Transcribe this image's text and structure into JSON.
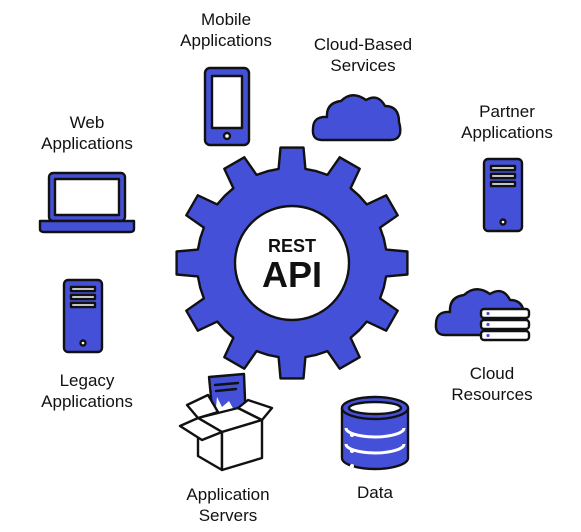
{
  "center": {
    "line1": "REST",
    "line2": "API"
  },
  "nodes": {
    "mobile": {
      "line1": "Mobile",
      "line2": "Applications"
    },
    "cloud_services": {
      "line1": "Cloud-Based",
      "line2": "Services"
    },
    "partner": {
      "line1": "Partner",
      "line2": "Applications"
    },
    "web": {
      "line1": "Web",
      "line2": "Applications"
    },
    "legacy": {
      "line1": "Legacy",
      "line2": "Applications"
    },
    "cloud_resources": {
      "line1": "Cloud",
      "line2": "Resources"
    },
    "app_servers": {
      "line1": "Application",
      "line2": "Servers"
    },
    "data": {
      "line1": "Data"
    }
  },
  "colors": {
    "accent": "#4550d9",
    "outline": "#111111",
    "background": "#ffffff"
  }
}
